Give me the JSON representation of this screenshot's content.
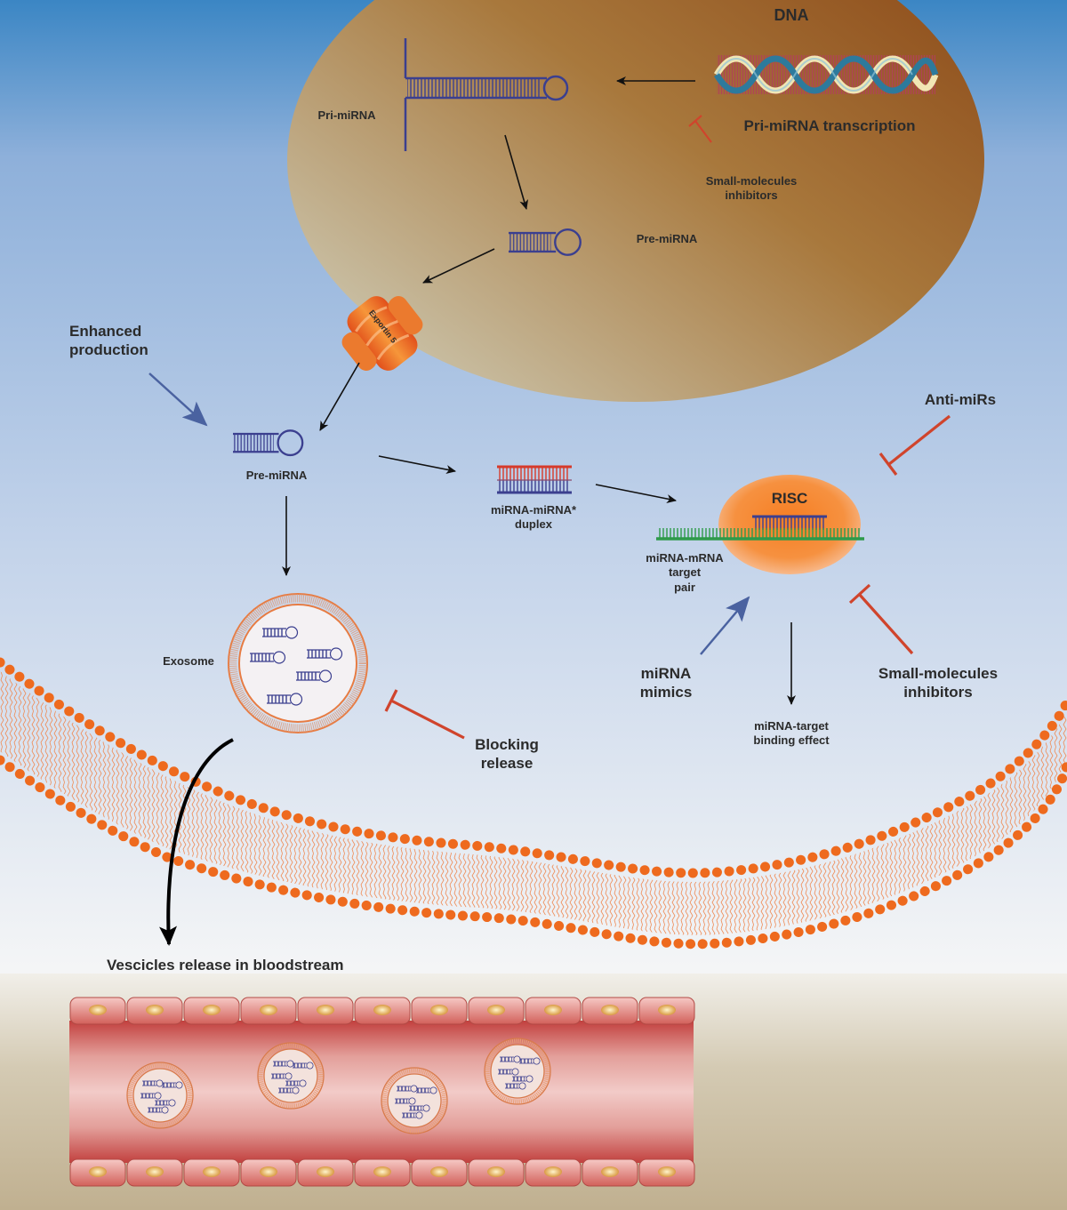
{
  "labels": {
    "dna": "DNA",
    "pri_mirna": "Pri-miRNA",
    "pri_transcription": "Pri-miRNA transcription",
    "small_inhib_top_1": "Small-molecules",
    "small_inhib_top_2": "inhibitors",
    "pre_mirna_nucleus": "Pre-miRNA",
    "exportin_1": "Exportin",
    "exportin_2": "5",
    "enhanced_1": "Enhanced",
    "enhanced_2": "production",
    "pre_mirna_cyto": "Pre-miRNA",
    "duplex_1": "miRNA-miRNA*",
    "duplex_2": "duplex",
    "risc": "RISC",
    "anti_mirs": "Anti-miRs",
    "target_pair_1": "miRNA-mRNA",
    "target_pair_2": "target",
    "target_pair_3": "pair",
    "mimics_1": "miRNA",
    "mimics_2": "mimics",
    "small_inhib_right_1": "Small-molecules",
    "small_inhib_right_2": "inhibitors",
    "binding_1": "miRNA-target",
    "binding_2": "binding effect",
    "exosome": "Exosome",
    "blocking_1": "Blocking",
    "blocking_2": "release",
    "vesicles": "Vescicles release in bloodstream"
  },
  "colors": {
    "background_top": "#3b86c4",
    "background_mid": "#c3d3ea",
    "background_bottom": "#f4f5f6",
    "floor": "#c2b595",
    "nucleus_dark": "#96531f",
    "nucleus_light": "#c8c0a4",
    "rna_blue": "#3b3f8f",
    "mirna_red": "#d63a2a",
    "mrna_green": "#2e9a4a",
    "inhibitor_red": "#d0442c",
    "arrow_blue": "#4a62a0",
    "membrane_orange": "#ee6a1e",
    "vessel_red": "#c44a45"
  }
}
